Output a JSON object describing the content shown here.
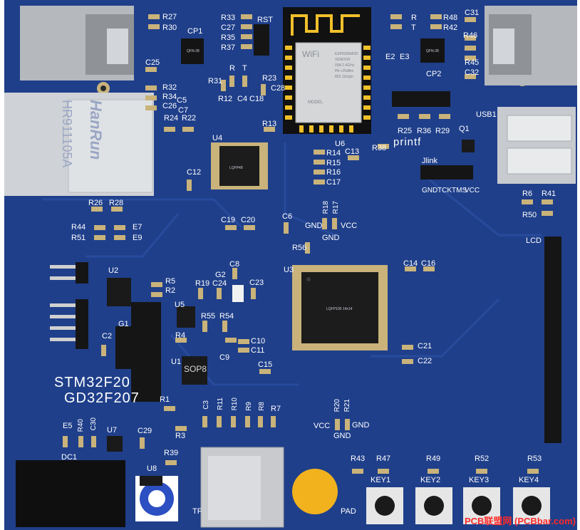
{
  "board": {
    "colors": {
      "solder_mask": "#1f3f8a",
      "silkscreen": "#ffffff",
      "pad_gold": "#c9b37a",
      "ic_body": "#1a1a1a",
      "header_pin": "#d0d0d0",
      "pad_big": "#f2b21e"
    }
  },
  "labels": {
    "r27": "R27",
    "r30": "R30",
    "r33": "R33",
    "c27": "C27",
    "r35": "R35",
    "r37": "R37",
    "rst": "RST",
    "r_led1": "R",
    "t_led1": "T",
    "r48": "R48",
    "r42": "R42",
    "c31": "C31",
    "r46": "R46",
    "r45": "R45",
    "c32": "C32",
    "cp1": "CP1",
    "cp2": "CP2",
    "c25": "C25",
    "r31": "R31",
    "r_mid": "R",
    "t_mid": "T",
    "r23": "R23",
    "c28": "C28",
    "e2": "E2",
    "e3": "E3",
    "r32": "R32",
    "r34": "R34",
    "c26": "C26",
    "c5": "C5",
    "c7": "C7",
    "r12": "R12",
    "c4": "C4",
    "c18": "C18",
    "usb1": "USB1",
    "r24": "R24",
    "r22": "R22",
    "r13": "R13",
    "r25": "R25",
    "r36": "R36",
    "r29": "R29",
    "q1": "Q1",
    "printf": "printf",
    "u4": "U4",
    "u6": "U6",
    "r38": "R38",
    "r14": "R14",
    "r15": "R15",
    "r16": "R16",
    "r17_top": "R17",
    "c13": "C13",
    "c17": "C17",
    "jlink": "Jlink",
    "jl_gnd": "GND",
    "jl_tck": "TCK",
    "jl_tms": "TMS",
    "jl_vcc": "VCC",
    "r6": "R6",
    "r41": "R41",
    "r50": "R50",
    "c12": "C12",
    "r26": "R26",
    "r28": "R28",
    "e7": "E7",
    "r44": "R44",
    "e9": "E9",
    "r51": "R51",
    "c19": "C19",
    "c20": "C20",
    "c6": "C6",
    "r18": "R18",
    "r17": "R17",
    "gnd1": "GND",
    "vcc1": "VCC",
    "gnd2": "GND",
    "r56": "R56",
    "lcd": "LCD",
    "c8": "C8",
    "u2": "U2",
    "r5": "R5",
    "r2": "R2",
    "r19": "R19",
    "c24": "C24",
    "g2": "G2",
    "c23": "C23",
    "u3": "U3",
    "c14": "C14",
    "c16": "C16",
    "u5": "U5",
    "r55": "R55",
    "r54": "R54",
    "g1": "G1",
    "c2": "C2",
    "r4": "R4",
    "c10": "C10",
    "c11": "C11",
    "c9": "C9",
    "c21": "C21",
    "c22": "C22",
    "u1": "U1",
    "c15": "C15",
    "stm": "STM32F20",
    "gd": "GD32F207",
    "r1": "R1",
    "c3": "C3",
    "r11": "R11",
    "r10": "R10",
    "r9": "R9",
    "r8": "R8",
    "r7": "R7",
    "vcc2": "VCC",
    "r20": "R20",
    "r21": "R21",
    "gnd3": "GND",
    "gnd4": "GND",
    "e5": "E5",
    "r40": "R40",
    "c30": "C30",
    "u7": "U7",
    "c29": "C29",
    "r3": "R3",
    "dc1": "DC1",
    "r39": "R39",
    "u8": "U8",
    "r43": "R43",
    "r47": "R47",
    "r49": "R49",
    "r52": "R52",
    "r53": "R53",
    "key1": "KEY1",
    "key2": "KEY2",
    "key3": "KEY3",
    "key4": "KEY4",
    "pad": "PAD",
    "tf": "TF"
  },
  "component_text": {
    "eth_brand": "HanRun",
    "eth_part": "HR911105A",
    "sop8": "SOP8",
    "wifi_logo": "WiFi",
    "wifi_shield_lines": [
      "ESP8266MOD",
      "VENDOR",
      "ISM 2.4GHz",
      "PA +25dBm",
      "802.11b/g/n"
    ],
    "wifi_model": "MODEL",
    "qfn_cp1": "QFN-28",
    "qfn_cp2": "QFN-28",
    "mcu_mark": "LQFP100 14x14",
    "u4_mark": "LQFP48"
  },
  "watermark": "PCB联盟网 (PCBbar.com)"
}
